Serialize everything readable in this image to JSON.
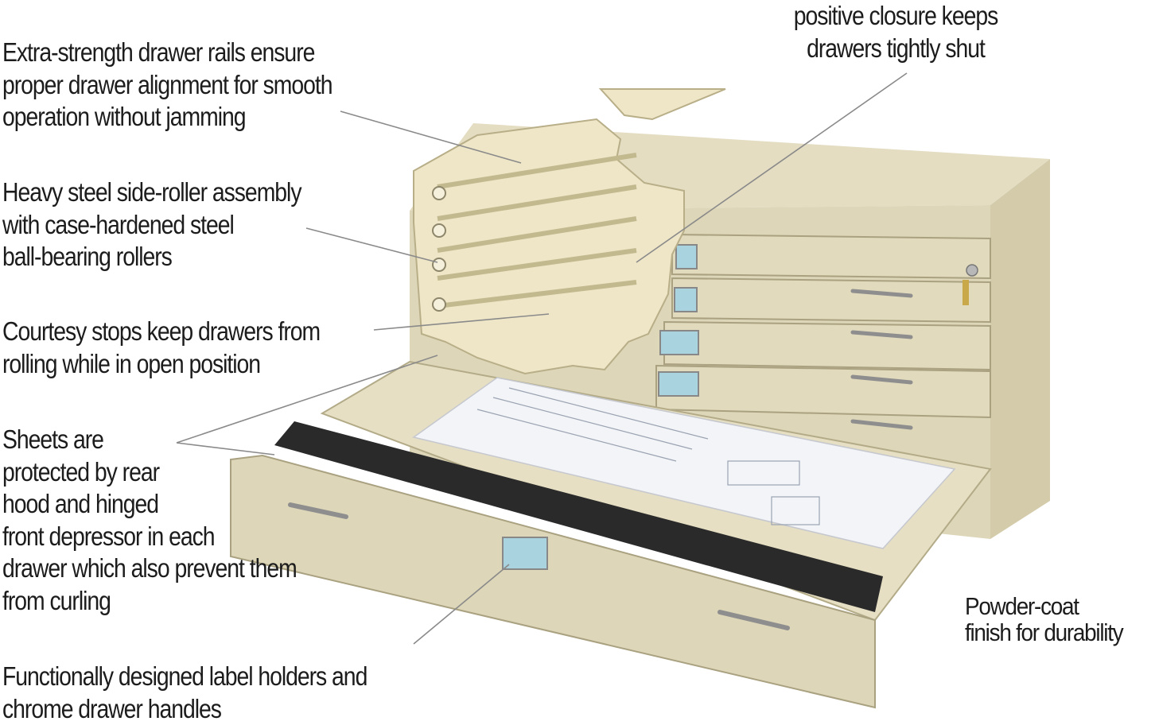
{
  "callouts": {
    "rails": {
      "lines": [
        "Extra-strength drawer rails ensure",
        "proper drawer alignment for smooth",
        "operation without jamming"
      ]
    },
    "closure": {
      "lines": [
        "positive closure keeps",
        "drawers tightly shut"
      ]
    },
    "roller": {
      "lines": [
        "Heavy steel side-roller assembly",
        "with case-hardened steel",
        "ball-bearing rollers"
      ]
    },
    "stops": {
      "lines": [
        "Courtesy stops keep drawers from",
        "rolling while in open position"
      ]
    },
    "sheets": {
      "lines": [
        "Sheets are",
        "protected by rear",
        "hood and hinged",
        "front depressor in each",
        "drawer which also prevent them",
        "from curling"
      ]
    },
    "labels": {
      "lines": [
        "Functionally designed label holders and",
        "chrome drawer handles"
      ]
    },
    "powder": {
      "lines": [
        "Powder-coat",
        "finish for durability"
      ]
    }
  },
  "colors": {
    "cabinet": "#ddd6b8",
    "cabinet_shade": "#c9c1a0",
    "cabinet_dark": "#a9a180",
    "interior": "#efe6c8",
    "label": "#a9d3de",
    "hood": "#2a2a2a",
    "paper": "#f3f4f7",
    "leader": "#8a8a8a"
  }
}
